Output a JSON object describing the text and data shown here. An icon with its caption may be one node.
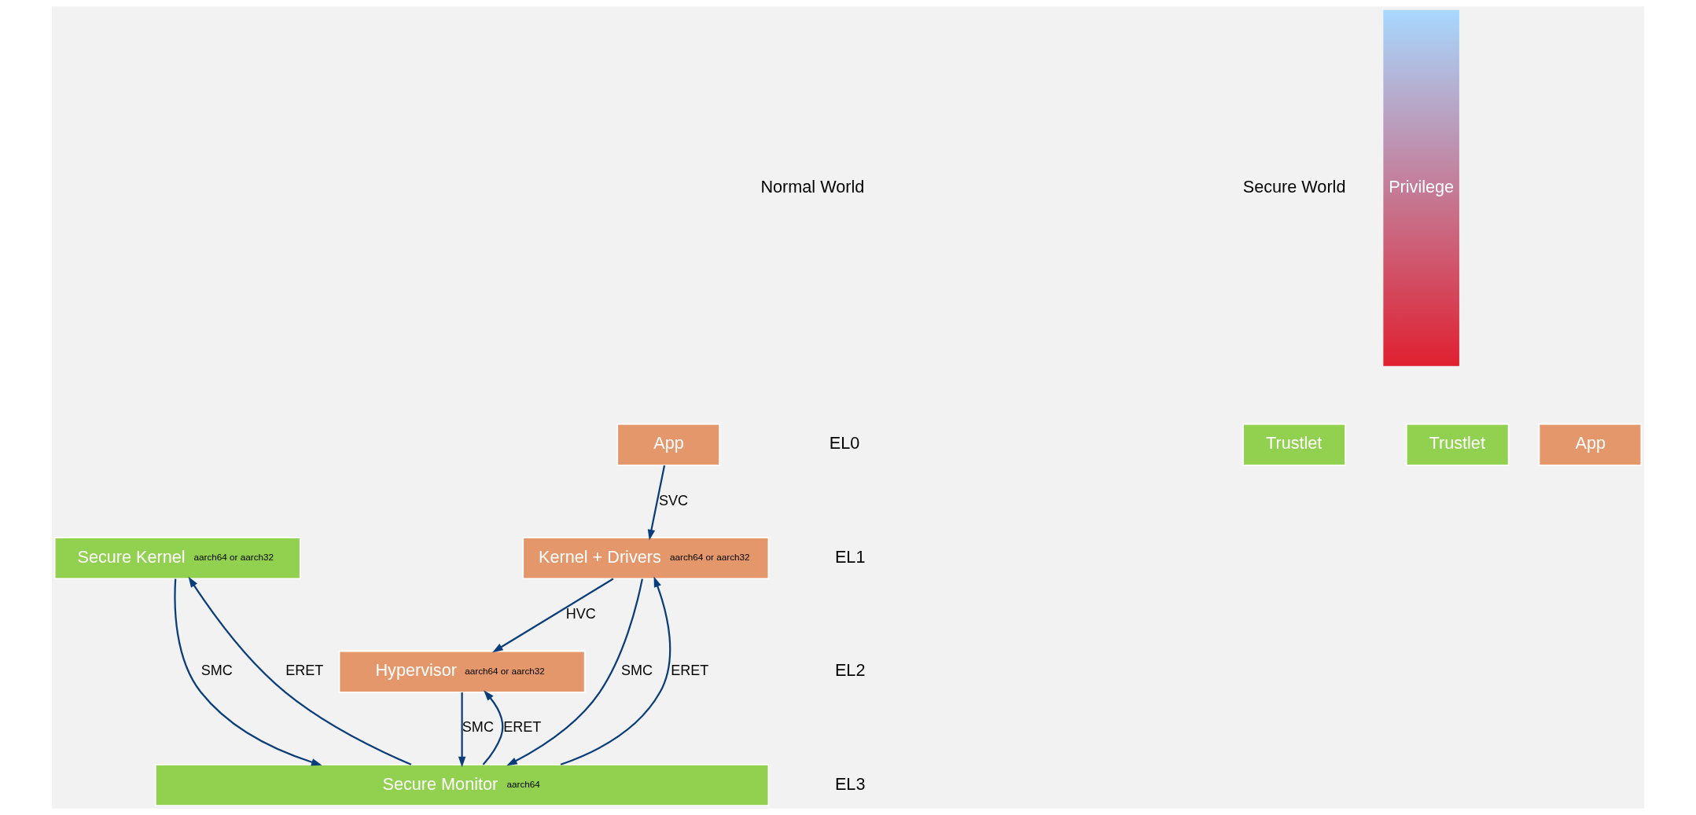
{
  "diagram": {
    "nodes": [
      {
        "text": [
          "App"
        ]
      },
      {
        "text": [
          "App"
        ]
      },
      {
        "text": [
          "Trustlet"
        ]
      },
      {
        "text": [
          "Trustlet"
        ]
      },
      {
        "text": [
          "Kernel + Drivers",
          "aarch64 or aarch32"
        ]
      },
      {
        "text": [
          "Secure Kernel",
          "aarch64 or aarch32"
        ]
      },
      {
        "text": [
          "Hypervisor",
          "aarch64 or aarch32"
        ]
      },
      {
        "text": [
          "Secure Monitor",
          "aarch64"
        ]
      }
    ],
    "edges": [
      {
        "from": 0,
        "to": 4,
        "arrow": "to",
        "label": "SVC"
      },
      {
        "from": 4,
        "to": 6,
        "arrow": "to",
        "label": "HVC"
      },
      {
        "from": 6,
        "to": 7,
        "arrow": "to",
        "label": "SMC"
      },
      {
        "from": 7,
        "to": 6,
        "arrow": "to",
        "label": "ERET"
      },
      {
        "from": 4,
        "to": 7,
        "arrow": "to",
        "label": "SMC"
      },
      {
        "from": 7,
        "to": 4,
        "arrow": "to",
        "label": "ERET"
      },
      {
        "from": 5,
        "to": 7,
        "arrow": "to",
        "label": "SMC"
      },
      {
        "from": 7,
        "to": 5,
        "arrow": "to",
        "label": "ERET"
      }
    ],
    "labels": [
      "Normal World",
      "Secure World",
      "EL0",
      "EL1",
      "EL2",
      "EL3",
      "Privilege"
    ]
  }
}
